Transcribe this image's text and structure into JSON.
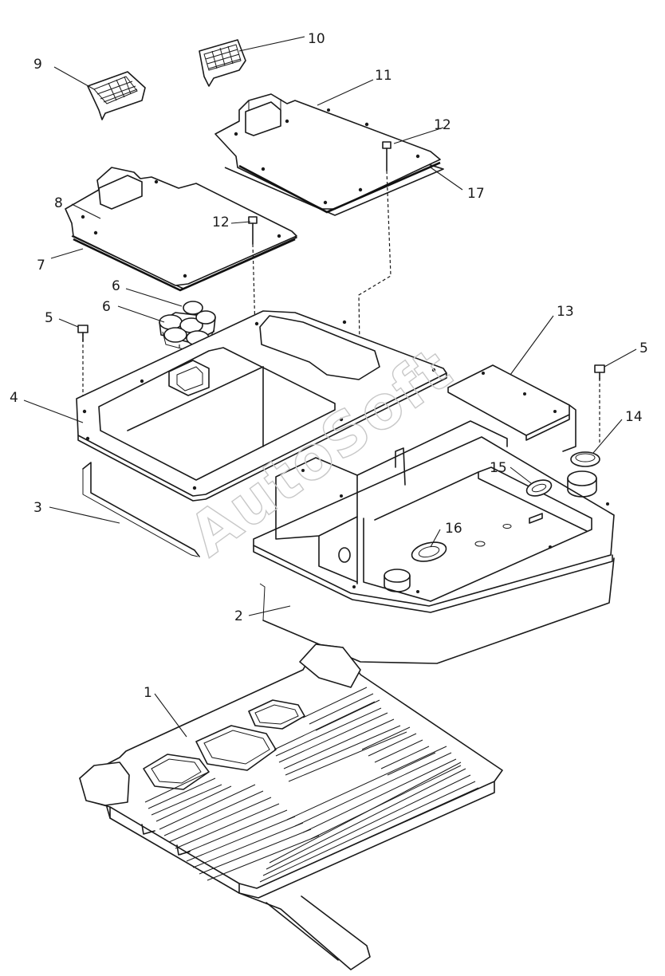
{
  "watermark": "AutoSoft",
  "callouts": [
    {
      "id": "1",
      "text": "1"
    },
    {
      "id": "2",
      "text": "2"
    },
    {
      "id": "3",
      "text": "3"
    },
    {
      "id": "4",
      "text": "4"
    },
    {
      "id": "5a",
      "text": "5"
    },
    {
      "id": "5b",
      "text": "5"
    },
    {
      "id": "6a",
      "text": "6"
    },
    {
      "id": "6b",
      "text": "6"
    },
    {
      "id": "7",
      "text": "7"
    },
    {
      "id": "8",
      "text": "8"
    },
    {
      "id": "9",
      "text": "9"
    },
    {
      "id": "10",
      "text": "10"
    },
    {
      "id": "11",
      "text": "11"
    },
    {
      "id": "12a",
      "text": "12"
    },
    {
      "id": "12b",
      "text": "12"
    },
    {
      "id": "13",
      "text": "13"
    },
    {
      "id": "14",
      "text": "14"
    },
    {
      "id": "15",
      "text": "15"
    },
    {
      "id": "16",
      "text": "16"
    },
    {
      "id": "17",
      "text": "17"
    }
  ]
}
